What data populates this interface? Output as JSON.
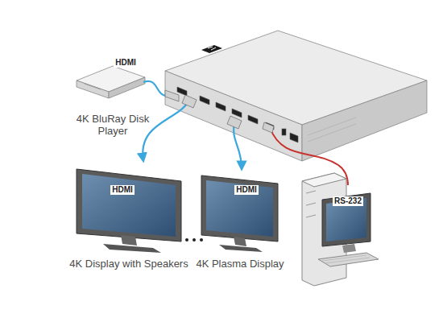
{
  "diagram": {
    "nodes": [
      {
        "text": [
          "4K BluRay Disk Player"
        ]
      },
      {
        "text": [
          "4K Display with Speakers"
        ]
      },
      {
        "text": [
          "4K Plasma Display"
        ]
      }
    ],
    "labels": [
      "HDMI",
      "HDMI",
      "HDMI",
      "RS-232"
    ]
  }
}
